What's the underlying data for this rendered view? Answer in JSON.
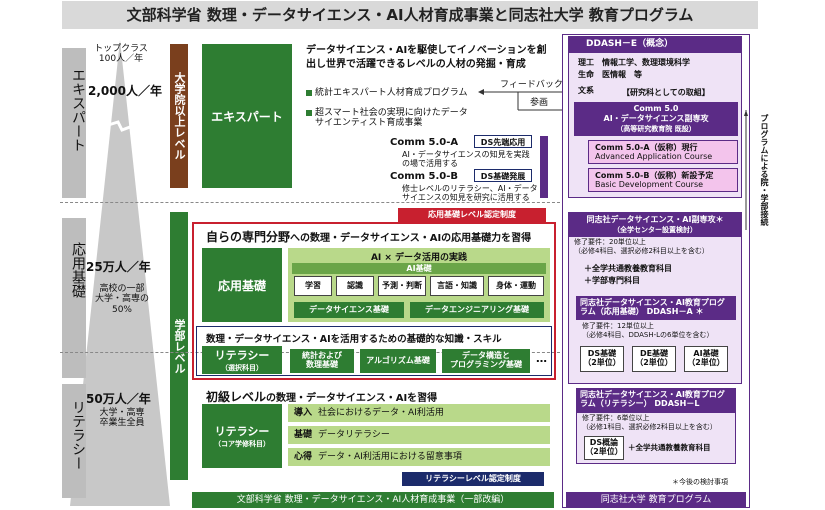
{
  "title": "文部科学省 数理・データサイエンス・AI人材育成事業と同志社大学 教育プログラム",
  "left": {
    "top_class": "トップクラス\n100人／年",
    "expert_label": "エキスパート",
    "expert_count": "2,000人／年",
    "applied_label": "応用基礎",
    "applied_count": "25万人／年",
    "applied_note": "高校の一部\n大学・高専の\n50%",
    "literacy_label": "リテラシー",
    "literacy_count": "50万人／年",
    "literacy_note": "大学・高専\n卒業生全員"
  },
  "levels": {
    "grad": "大学院以上レベル",
    "undergrad": "学部レベル"
  },
  "expert": {
    "box": "エキスパート",
    "headline": "データサイエンス・AIを駆使してイノベーションを創出し世界で活躍できるレベルの人材の発掘・育成",
    "item1": "統計エキスパート人材育成プログラム",
    "item2": "超スマート社会の実現に向けたデータサイエンティスト育成事業",
    "feedback": "フィードバック",
    "participate": "参画",
    "comm_a": "Comm 5.0-A",
    "comm_a_tag": "DS先端応用",
    "comm_a_desc": "AI・データサイエンスの知見を実践の場で活用する",
    "comm_b": "Comm 5.0-B",
    "comm_b_tag": "DS基礎発展",
    "comm_b_desc": "修士レベルのリテラシー、AI・データサイエンスの知見を研究に活用する"
  },
  "applied": {
    "cert": "応用基礎レベル認定制度",
    "headline_pre": "自らの専門分野",
    "headline_post": "への数理・データサイエンス・AIの応用基礎力を習得",
    "box": "応用基礎",
    "practice": "AI × データ活用の実践",
    "ai_basics": "AI基礎",
    "ai_items": [
      "学習",
      "認識",
      "予測・判断",
      "言語・知識",
      "身体・運動"
    ],
    "ds_basics": "データサイエンス基礎",
    "de_basics": "データエンジニアリング基礎"
  },
  "lit": {
    "headline": "数理・データサイエンス・AIを活用するための基礎的な知識・スキル",
    "box": "リテラシー",
    "box_sub": "（選択科目）",
    "items": [
      "統計および\n数理基礎",
      "アルゴリズム基礎",
      "データ構造と\nプログラミング基礎"
    ],
    "more": "…"
  },
  "beginner": {
    "headline_pre": "初級レベル",
    "headline_post": "の数理・データサイエンス・AIを習得",
    "box": "リテラシー",
    "box_sub": "（コア学修科目）",
    "row1_tag": "導入",
    "row1": "社会におけるデータ・AI利活用",
    "row2_tag": "基礎",
    "row2": "データリテラシー",
    "row3_tag": "心得",
    "row3": "データ・AI利活用における留意事項",
    "cert": "リテラシーレベル認定制度"
  },
  "footer": {
    "mext": "文部科学省 数理・データサイエンス・AI人材育成事業（一部改編）",
    "doshisha": "同志社大学 教育プログラム"
  },
  "doshisha": {
    "dash_e": "DDASH－E（概念）",
    "rigaku": "理工　情報工学、数理環境科学",
    "seimei": "生命　医情報　等",
    "bunkei": "文系",
    "research": "【研究科としての取組】",
    "comm_title": "Comm 5.0",
    "comm_sub": "AI・データサイエンス副専攻",
    "comm_note": "（高等研究教育院 既設）",
    "comm_a": "Comm 5.0-A（仮称）現行",
    "comm_a_en": "Advanced Application Course",
    "comm_b": "Comm 5.0-B（仮称）新設予定",
    "comm_b_en": "Basic Development Course",
    "side_label": "プログラムによる院・学部接続",
    "minor": "同志社データサイエンス・AI副専攻＊",
    "minor_sub": "（全学センター設置検討）",
    "minor_req1": "修了要件：20単位以上",
    "minor_req2": "（必修4科目、選択必修2科目以上を含む）",
    "minor_item1": "＋全学共通教養教育科目",
    "minor_item2": "＋学部専門科目",
    "app_prog": "同志社データサイエンス・AI教育プログラム（応用基礎）",
    "app_prog_tag": "DDASH－A ＊",
    "app_req1": "修了要件：12単位以上",
    "app_req2": "（必修4科目、DDASH-Lの6単位を含む）",
    "app_items": [
      "DS基礎\n（2単位）",
      "DE基礎\n（2単位）",
      "AI基礎\n（2単位）"
    ],
    "lit_prog": "同志社データサイエンス・AI教育プログラム（リテラシー）",
    "lit_prog_tag": "DDASH－L",
    "lit_req1": "修了要件：6単位以上",
    "lit_req2": "（必修1科目、選択必修2科目以上を含む）",
    "lit_chip": "DS概論\n（2単位）",
    "lit_item": "＋全学共通教養教育科目",
    "note": "＊今後の検討事項"
  }
}
